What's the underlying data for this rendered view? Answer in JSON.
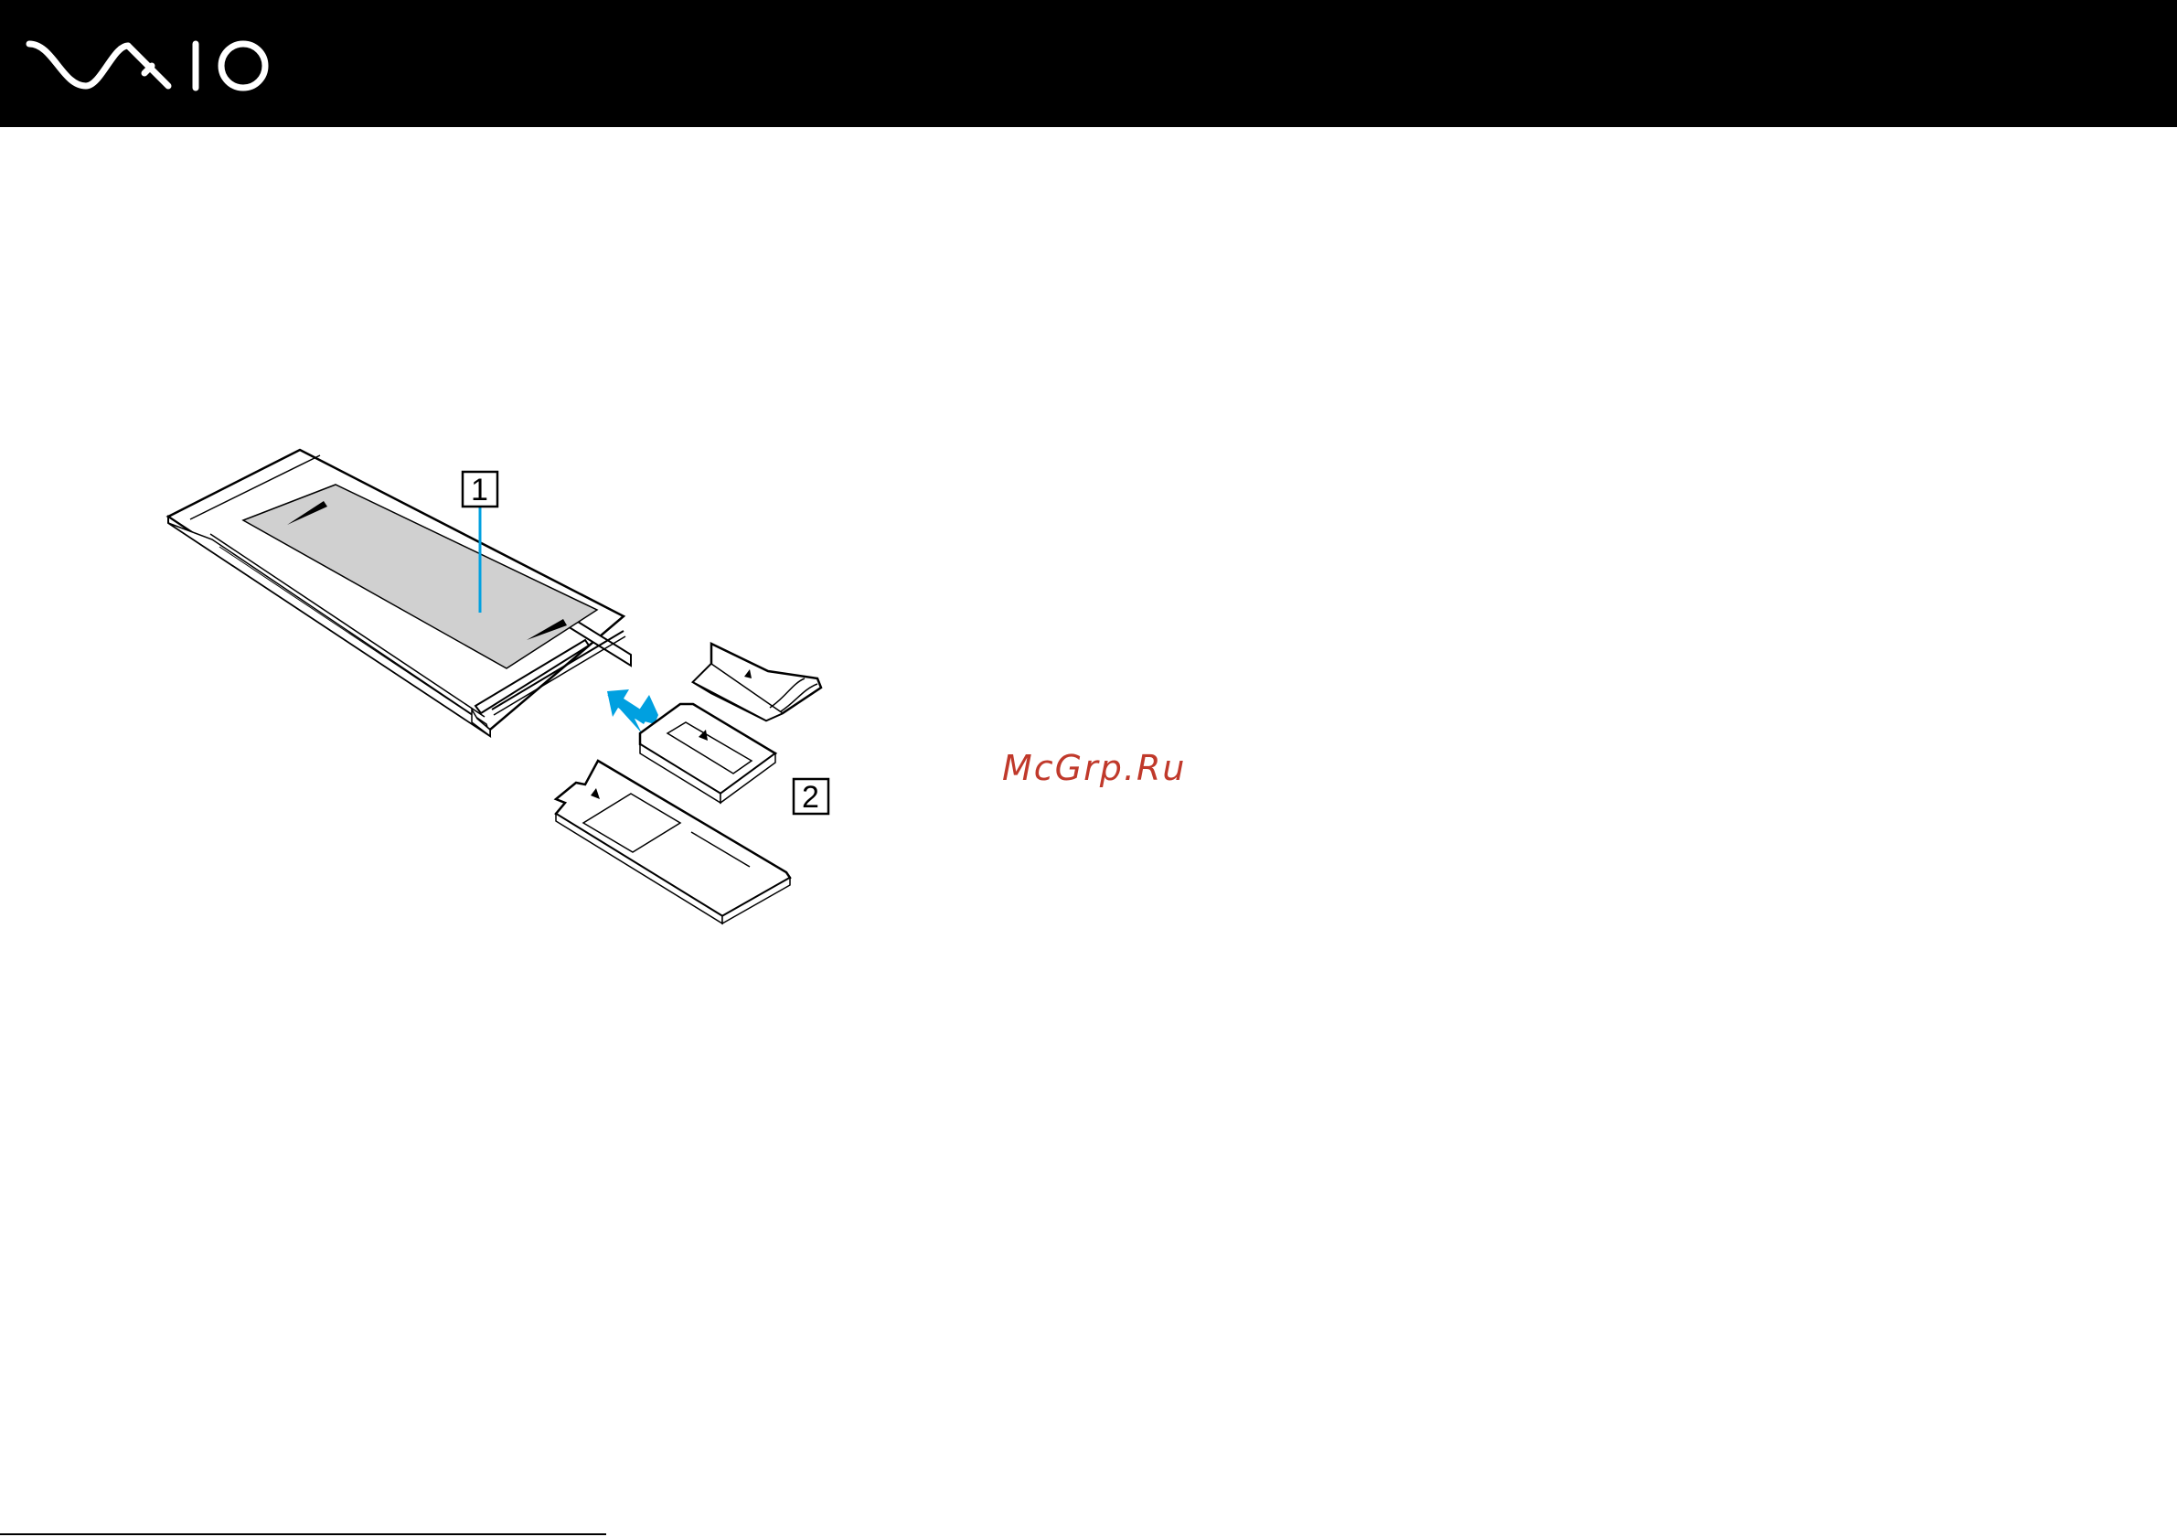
{
  "header": {
    "logo_text": "VAIO",
    "background": "#000000"
  },
  "figure": {
    "callouts": [
      {
        "number": "1"
      },
      {
        "number": "2"
      }
    ],
    "arrow_color": "#00a0e0",
    "label_area_color": "#d0d0d0"
  },
  "watermark": {
    "text": "McGrp.Ru",
    "color": "#c0392b"
  }
}
